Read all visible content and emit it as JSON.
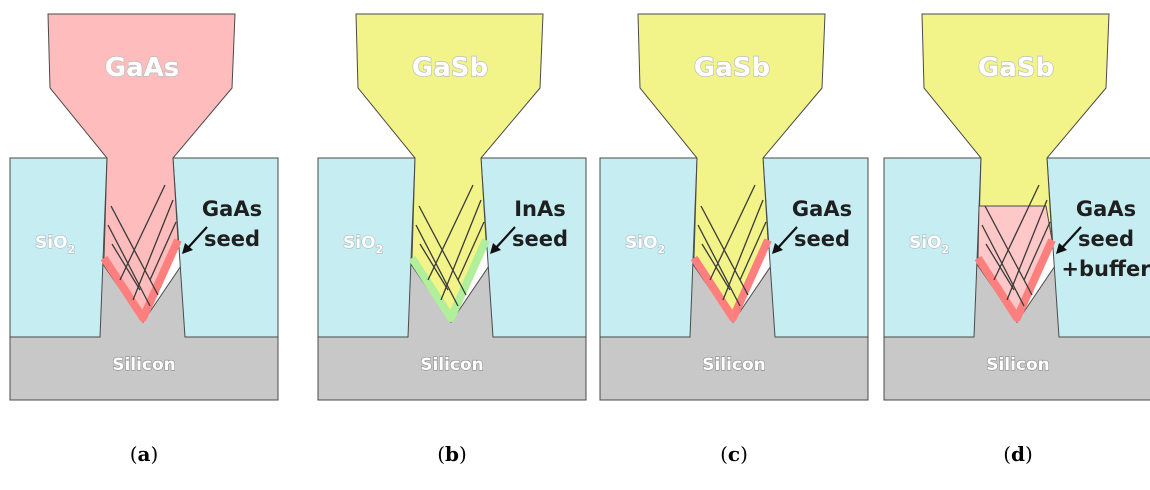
{
  "colors": {
    "oxide": "#c6eef2",
    "silicon": "#c8c8c8",
    "gaas": "#ffbcbc",
    "gasb": "#f2f48a",
    "gaas_seed": "#ff7f7f",
    "inas_seed": "#b2ef9a",
    "buffer": "#ffc8c8"
  },
  "panels": [
    {
      "id": "a",
      "crystal_label": "GaAs",
      "crystal_color": "gaas",
      "oxide_label": "SiO",
      "oxide_subscript": "2",
      "substrate_label": "Silicon",
      "callout_lines": [
        "GaAs",
        "seed"
      ],
      "seed_color": "gaas_seed",
      "has_buffer": false,
      "caption_letter": "a"
    },
    {
      "id": "b",
      "crystal_label": "GaSb",
      "crystal_color": "gasb",
      "oxide_label": "SiO",
      "oxide_subscript": "2",
      "substrate_label": "Silicon",
      "callout_lines": [
        "InAs",
        "seed"
      ],
      "seed_color": "inas_seed",
      "has_buffer": false,
      "caption_letter": "b"
    },
    {
      "id": "c",
      "crystal_label": "GaSb",
      "crystal_color": "gasb",
      "oxide_label": "SiO",
      "oxide_subscript": "2",
      "substrate_label": "Silicon",
      "callout_lines": [
        "GaAs",
        "seed"
      ],
      "seed_color": "gaas_seed",
      "has_buffer": false,
      "caption_letter": "c"
    },
    {
      "id": "d",
      "crystal_label": "GaSb",
      "crystal_color": "gasb",
      "oxide_label": "SiO",
      "oxide_subscript": "2",
      "substrate_label": "Silicon",
      "callout_lines": [
        "GaAs",
        "seed",
        "+buffer"
      ],
      "seed_color": "gaas_seed",
      "has_buffer": true,
      "caption_letter": "d"
    }
  ]
}
